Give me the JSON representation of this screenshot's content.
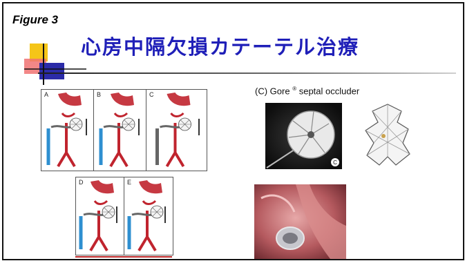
{
  "figure_label": "Figure 3",
  "title": "心房中隔欠損カテーテル治療",
  "diagram": {
    "panels": [
      "A",
      "B",
      "C",
      "D",
      "E"
    ]
  },
  "occluder": {
    "heading_prefix": "(C) Gore",
    "heading_mark": "®",
    "heading_suffix": "septal occluder",
    "photo_tag": "C"
  },
  "colors": {
    "title": "#1f1fb8",
    "vessel_red": "#c0242e",
    "catheter_blue": "#2e8fd0",
    "catheter_gray": "#666666"
  }
}
